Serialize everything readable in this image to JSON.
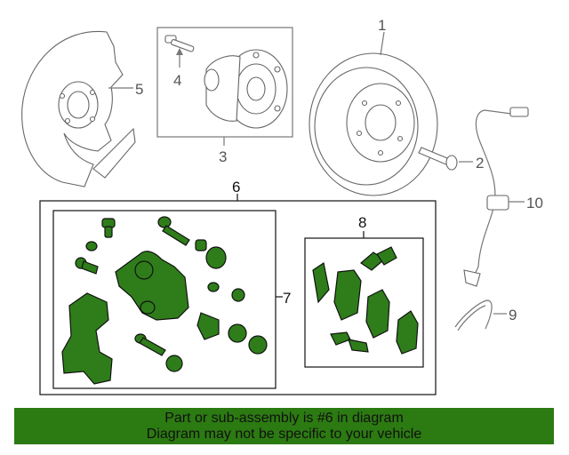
{
  "diagram": {
    "callouts": {
      "c1": "1",
      "c2": "2",
      "c3": "3",
      "c4": "4",
      "c5": "5",
      "c6": "6",
      "c7": "7",
      "c8": "8",
      "c9": "9",
      "c10": "10"
    }
  },
  "footer": {
    "line1": "Part or sub-assembly is #6 in diagram",
    "line2": "Diagram may not be specific to your vehicle"
  },
  "colors": {
    "highlight_green": "#2e7d1a",
    "footer_green": "#2c7a12",
    "line_gray": "#777777"
  }
}
